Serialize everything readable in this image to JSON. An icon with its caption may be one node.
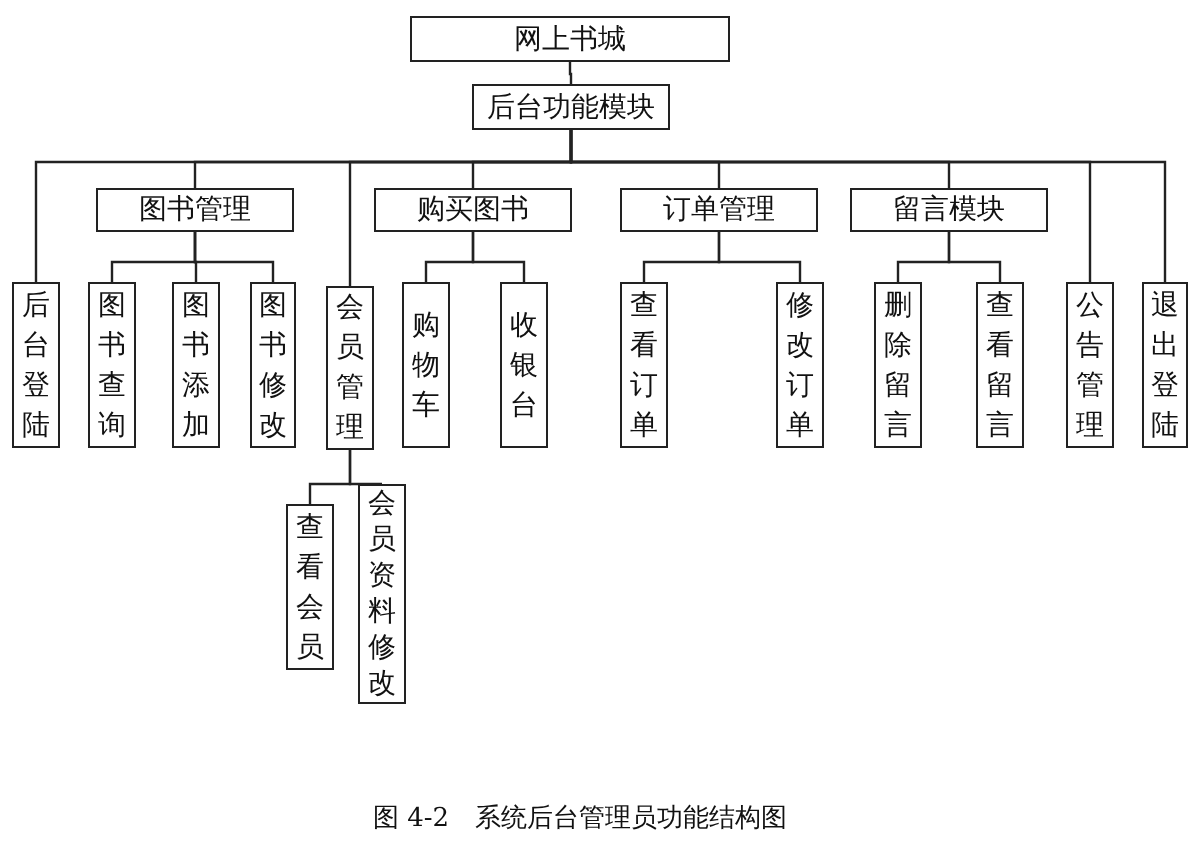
{
  "diagram": {
    "caption": "图 4-2　系统后台管理员功能结构图",
    "nodes": [
      {
        "text": [
          "网上书城"
        ]
      },
      {
        "text": [
          "后台功能模块"
        ]
      },
      {
        "text": [
          "图书管理"
        ]
      },
      {
        "text": [
          "购买图书"
        ]
      },
      {
        "text": [
          "订单管理"
        ]
      },
      {
        "text": [
          "留言模块"
        ]
      },
      {
        "text": [
          "后台登陆"
        ]
      },
      {
        "text": [
          "图书查询"
        ]
      },
      {
        "text": [
          "图书添加"
        ]
      },
      {
        "text": [
          "图书修改"
        ]
      },
      {
        "text": [
          "会员管理"
        ]
      },
      {
        "text": [
          "购物车"
        ]
      },
      {
        "text": [
          "收银台"
        ]
      },
      {
        "text": [
          "查看订单"
        ]
      },
      {
        "text": [
          "修改订单"
        ]
      },
      {
        "text": [
          "删除留言"
        ]
      },
      {
        "text": [
          "查看留言"
        ]
      },
      {
        "text": [
          "公告管理"
        ]
      },
      {
        "text": [
          "退出登陆"
        ]
      },
      {
        "text": [
          "查看会员"
        ]
      },
      {
        "text": [
          "会员资料修改"
        ]
      }
    ],
    "edges": [
      {
        "from": 0,
        "to": 1,
        "arrow": "none"
      },
      {
        "from": 1,
        "to": 6,
        "arrow": "none"
      },
      {
        "from": 1,
        "to": 2,
        "arrow": "none"
      },
      {
        "from": 1,
        "to": 10,
        "arrow": "none"
      },
      {
        "from": 1,
        "to": 3,
        "arrow": "none"
      },
      {
        "from": 1,
        "to": 4,
        "arrow": "none"
      },
      {
        "from": 1,
        "to": 5,
        "arrow": "none"
      },
      {
        "from": 1,
        "to": 17,
        "arrow": "none"
      },
      {
        "from": 1,
        "to": 18,
        "arrow": "none"
      },
      {
        "from": 2,
        "to": 7,
        "arrow": "none"
      },
      {
        "from": 2,
        "to": 8,
        "arrow": "none"
      },
      {
        "from": 2,
        "to": 9,
        "arrow": "none"
      },
      {
        "from": 3,
        "to": 11,
        "arrow": "none"
      },
      {
        "from": 3,
        "to": 12,
        "arrow": "none"
      },
      {
        "from": 4,
        "to": 13,
        "arrow": "none"
      },
      {
        "from": 4,
        "to": 14,
        "arrow": "none"
      },
      {
        "from": 5,
        "to": 15,
        "arrow": "none"
      },
      {
        "from": 5,
        "to": 16,
        "arrow": "none"
      },
      {
        "from": 10,
        "to": 19,
        "arrow": "none"
      },
      {
        "from": 10,
        "to": 20,
        "arrow": "none"
      }
    ]
  }
}
